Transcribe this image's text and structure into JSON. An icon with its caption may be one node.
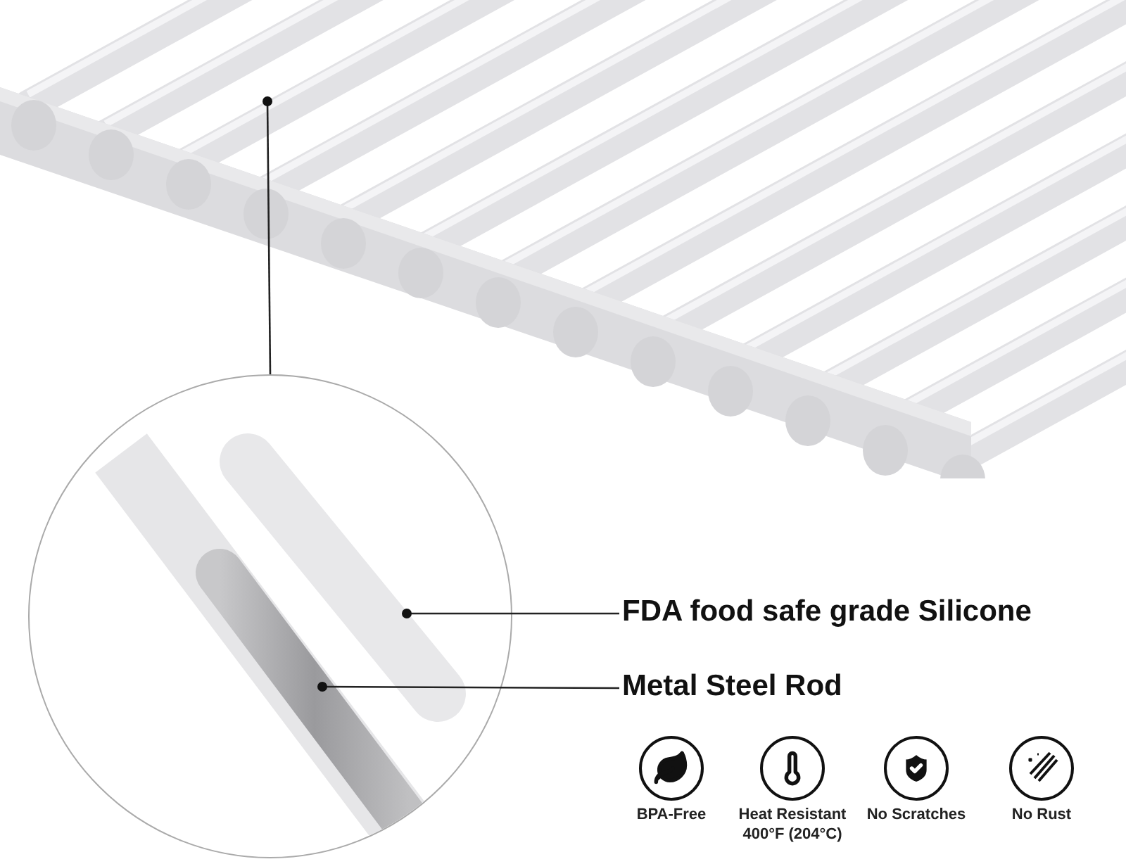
{
  "diagram": {
    "nodes": [
      {
        "text": [
          "FDA food safe grade Silicone"
        ]
      },
      {
        "text": [
          "Metal Steel Rod"
        ]
      },
      {
        "text": [],
        "shape": "picture",
        "in": 5
      },
      {
        "text": [],
        "shape": "picture",
        "in": 5
      },
      {
        "text": [],
        "shape": "picture"
      },
      {
        "text": [],
        "shape": "circle"
      }
    ],
    "edges": [
      {
        "from": 0,
        "to": 2,
        "arrow": "other"
      },
      {
        "from": 1,
        "to": 3,
        "arrow": "other"
      },
      {
        "from": 4,
        "to": 5,
        "arrow": "other"
      }
    ],
    "labels": [
      "BPA-Free",
      "Heat Resistant 400°F (204°C)",
      "No Scratches",
      "No Rust"
    ]
  }
}
